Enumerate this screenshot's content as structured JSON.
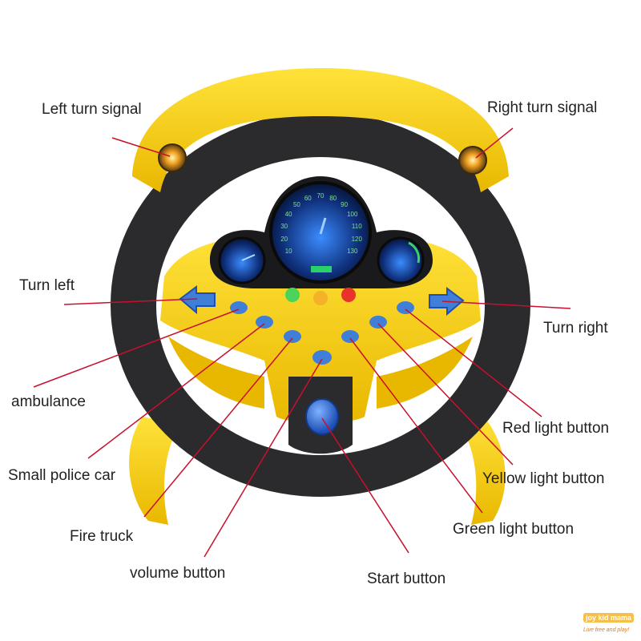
{
  "labels": {
    "left_turn_signal": "Left turn signal",
    "right_turn_signal": "Right turn signal",
    "turn_left": "Turn left",
    "turn_right": "Turn right",
    "ambulance": "ambulance",
    "small_police_car": "Small police car",
    "fire_truck": "Fire truck",
    "volume_button": "volume button",
    "start_button": "Start button",
    "green_light_button": "Green light button",
    "yellow_light_button": "Yellow light button",
    "red_light_button": "Red light button"
  },
  "speedometer": {
    "ticks": [
      "10",
      "20",
      "30",
      "40",
      "50",
      "60",
      "70",
      "80",
      "90",
      "100",
      "110",
      "120",
      "130"
    ]
  },
  "watermark": {
    "brand": "joy kid mama",
    "tagline": "Live free and play!"
  },
  "colors": {
    "wheel_yellow": "#f6d21a",
    "wheel_dark": "#2b2a2c",
    "button_blue": "#3f7fd8",
    "leader_red": "#c8102e",
    "dial_blue": "#1b4fb0"
  }
}
